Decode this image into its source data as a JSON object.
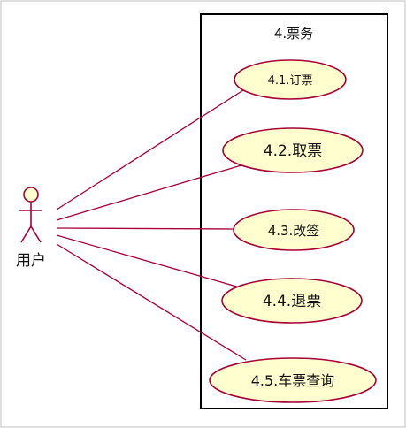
{
  "system": {
    "title": "4.票务"
  },
  "actor": {
    "label": "用户"
  },
  "use_cases": [
    {
      "label": "4.1.订票"
    },
    {
      "label": "4.2.取票"
    },
    {
      "label": "4.3.改签"
    },
    {
      "label": "4.4.退票"
    },
    {
      "label": "4.5.车票查询"
    }
  ],
  "colors": {
    "use_case_fill": "#FEFECE",
    "connector": "#A80036",
    "actor_stroke": "#A80036",
    "boundary": "#000000"
  }
}
